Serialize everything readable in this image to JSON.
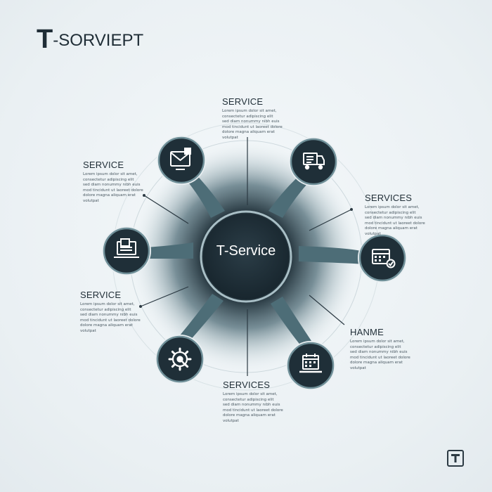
{
  "header": {
    "logo_letter": "T",
    "logo_rest": "-SORVIEPT"
  },
  "hub": {
    "label": "T-Service"
  },
  "labels": {
    "top": {
      "title": "SERVICE",
      "body": "Lorem ipsum dolor sit amet,\nconsectetur adipiscing elit\nsed diam nonummy nibh euis\nmod tincidunt ut laoreet dolore\ndolore magna aliquam erat\nvolutpat"
    },
    "upper_left": {
      "title": "SERVICE",
      "body": "Lorem ipsum dolor sit amet,\nconsectetur adipiscing elit\nsed diam nonummy nibh euis\nmod tincidunt ut laoreet dolore\ndolore magna aliquam erat\nvolutpat"
    },
    "upper_right": {
      "title": "SERVICES",
      "body": "Lorem ipsum dolor sit amet,\nconsectetur adipiscing elit\nsed diam nonummy nibh euis\nmod tincidunt ut laoreet dolore\ndolore magna aliquam erat\nvolutpat"
    },
    "lower_left": {
      "title": "SERVICE",
      "body": "Lorem ipsum dolor sit amet,\nconsectetur adipiscing elit\nsed diam nonummy nibh euis\nmod tincidunt ut laoreet dolore\ndolore magna aliquam erat\nvolutpat"
    },
    "lower_right": {
      "title": "HANME",
      "body": "Lorem ipsum dolor sit amet,\nconsectetur adipiscing elit\nsed diam nonummy nibh euis\nmod tincidunt ut laoreet dolore\ndolore magna aliquam erat\nvolutpat"
    },
    "bottom": {
      "title": "SERVICES",
      "body": "Lorem ipsum dolor sit amet,\nconsectetur adipiscing elit\nsed diam nonummy nibh euis\nmod tincidunt ut laoreet dolore\ndolore magna aliquam erat\nvolutpat"
    }
  },
  "nodes": [
    {
      "icon": "envelope-icon"
    },
    {
      "icon": "delivery-truck-icon"
    },
    {
      "icon": "laptop-document-icon"
    },
    {
      "icon": "calendar-check-icon"
    },
    {
      "icon": "gear-icon"
    },
    {
      "icon": "calendar-laptop-icon"
    }
  ],
  "colors": {
    "node_fill": "#1f2f38",
    "node_ring": "#6f8f98",
    "hub_fill": "#203039",
    "connector": "#4d6d77",
    "background": "#eaf0f3"
  }
}
